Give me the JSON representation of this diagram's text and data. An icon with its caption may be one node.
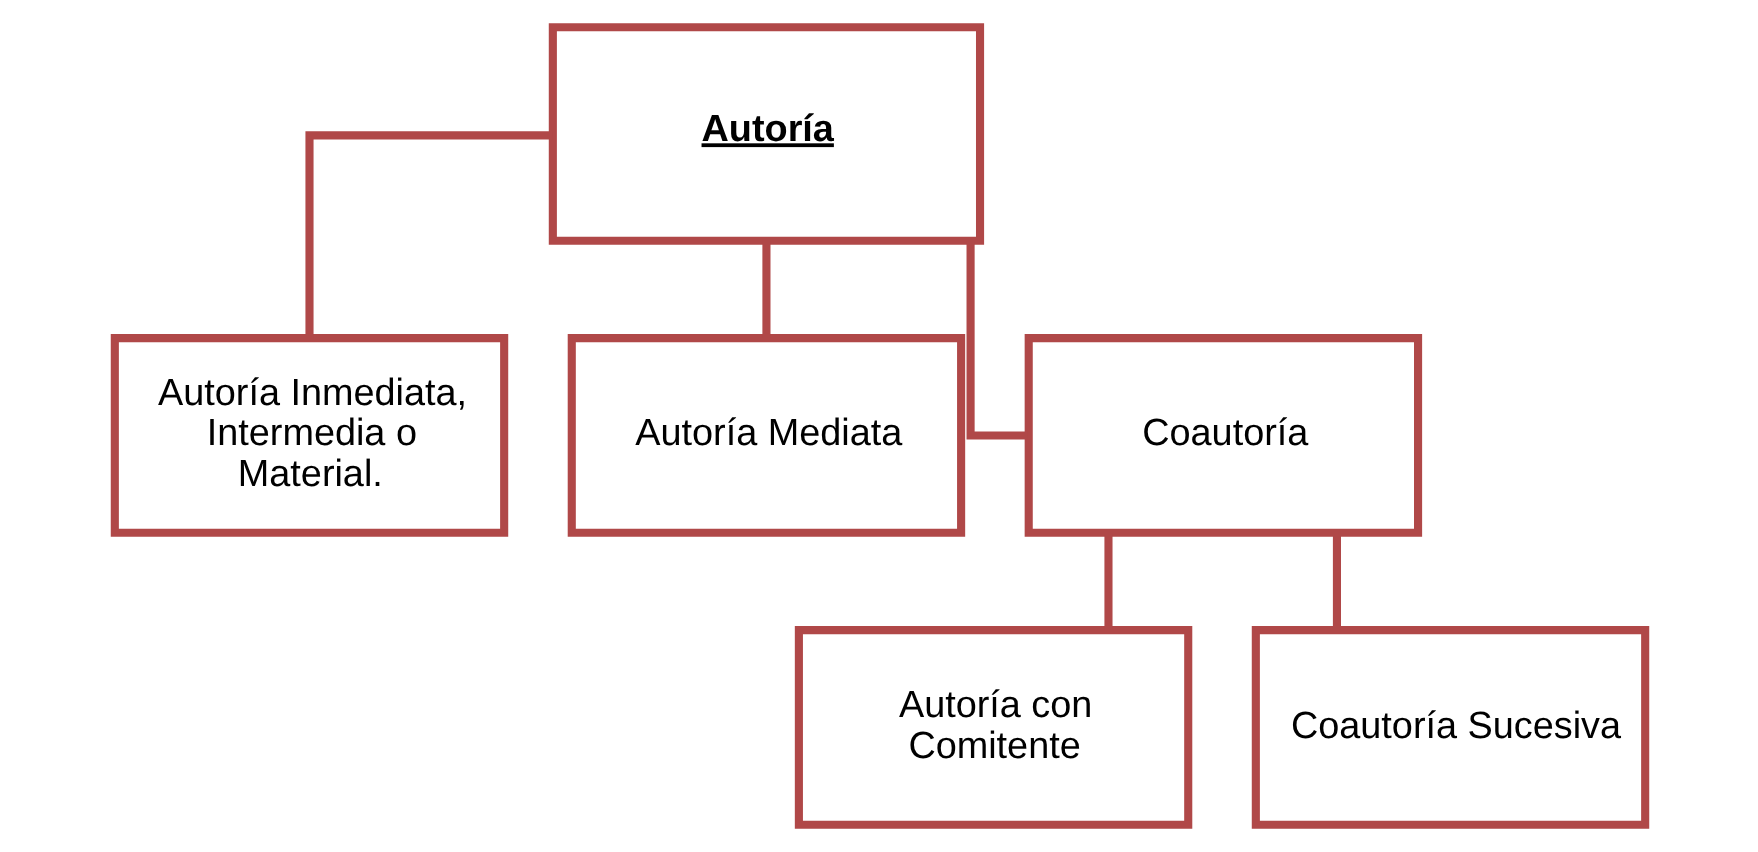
{
  "diagram": {
    "nodes": [
      {
        "text": [
          "Autoría"
        ]
      },
      {
        "text": [
          "Autoría Inmediata, Intermedia o Material."
        ]
      },
      {
        "text": [
          "Autoría Mediata"
        ]
      },
      {
        "text": [
          "Coautoría"
        ]
      },
      {
        "text": [
          "Autoría con Comitente"
        ]
      },
      {
        "text": [
          "Coautoría Sucesiva"
        ]
      }
    ],
    "edges": [
      {
        "from": 0,
        "to": 1,
        "arrow": "none"
      },
      {
        "from": 0,
        "to": 2,
        "arrow": "none"
      },
      {
        "from": 0,
        "to": 3,
        "arrow": "none"
      },
      {
        "from": 3,
        "to": 4,
        "arrow": "none"
      },
      {
        "from": 3,
        "to": 5,
        "arrow": "none"
      }
    ]
  }
}
